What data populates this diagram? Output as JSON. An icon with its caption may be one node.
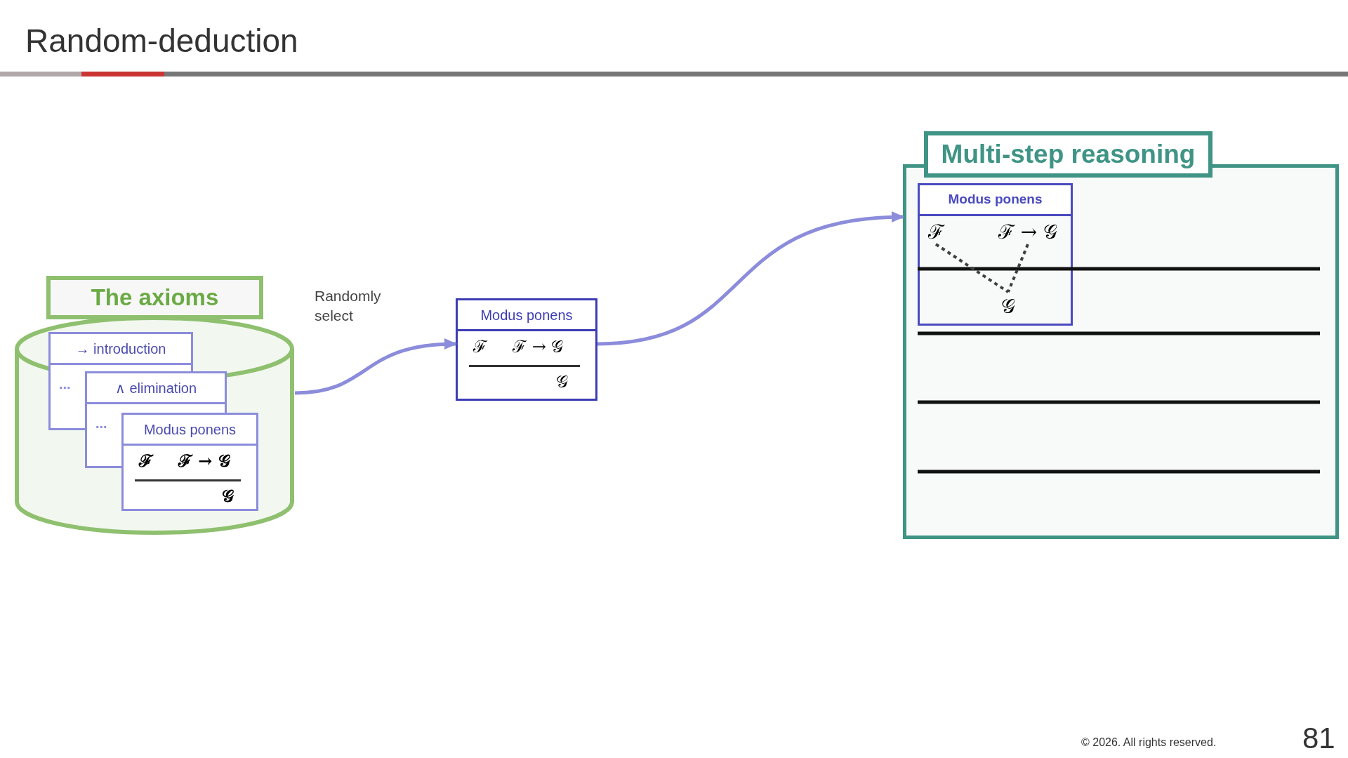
{
  "diagram": {
    "title": "Random-deduction",
    "nodes": [
      {
        "text": [
          "The axioms"
        ]
      },
      {
        "text": [
          "→ introduction",
          "..."
        ],
        "in": 0
      },
      {
        "text": [
          "∧ elimination",
          "..."
        ],
        "in": 0
      },
      {
        "text": [
          "Modus ponens",
          "ℱ",
          "ℱ → 𝒢",
          "𝒢"
        ],
        "in": 0
      },
      {
        "text": [
          "Modus ponens",
          "ℱ",
          "ℱ → 𝒢",
          "𝒢"
        ]
      },
      {
        "text": [
          "Multi-step reasoning"
        ]
      },
      {
        "text": [
          "Modus ponens"
        ],
        "in": 5
      },
      {
        "text": [
          "ℱ"
        ],
        "in": 6
      },
      {
        "text": [
          "ℱ → 𝒢"
        ],
        "in": 6
      },
      {
        "text": [
          "𝒢"
        ],
        "in": 6
      }
    ],
    "edges": [
      {
        "from": 0,
        "to": 4,
        "arrow": "to",
        "label": "Randomly select"
      },
      {
        "from": 4,
        "to": 5,
        "arrow": "to"
      },
      {
        "from": 7,
        "to": 9,
        "arrow": "none",
        "style": "dashed",
        "color": "#404040"
      },
      {
        "from": 8,
        "to": 9,
        "arrow": "none",
        "style": "dashed",
        "color": "#404040"
      }
    ],
    "labels": [
      "© 2026. All rights reserved.",
      "81"
    ]
  }
}
